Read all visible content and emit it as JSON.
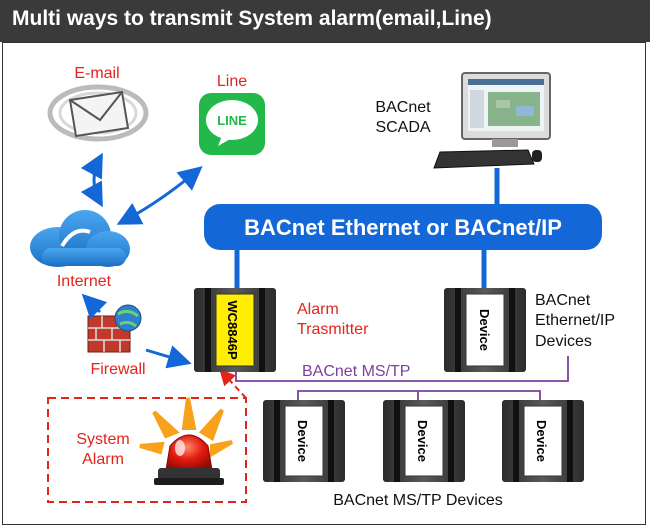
{
  "title": "Multi ways to transmit System alarm(email,Line)",
  "labels": {
    "email": "E-mail",
    "line": "Line",
    "line_logo_text": "LINE",
    "internet": "Internet",
    "firewall": "Firewall",
    "system_alarm_line1": "System",
    "system_alarm_line2": "Alarm",
    "bacnet_bus": "BACnet Ethernet or BACnet/IP",
    "scada_line1": "BACnet",
    "scada_line2": "SCADA",
    "alarm_tx_line1": "Alarm",
    "alarm_tx_line2": "Trasmitter",
    "wc_device": "WC8846P",
    "device": "Device",
    "eth_devices_line1": "BACnet",
    "eth_devices_line2": "Ethernet/IP",
    "eth_devices_line3": "Devices",
    "mstp": "BACnet MS/TP",
    "mstp_devices": "BACnet MS/TP Devices"
  },
  "colors": {
    "title_bg": "#3a3a3a",
    "network_blue": "#1467d6",
    "red_text": "#e3241b",
    "purple": "#7b3fa0",
    "line_green": "#22b84a",
    "cloud_blue": "#2e86d9",
    "device_yellow": "#ffee00"
  },
  "icons": {
    "email": "envelope-icon",
    "line": "line-app-icon",
    "internet": "cloud-icon",
    "firewall": "firewall-icon",
    "alarm": "alarm-siren-icon",
    "scada": "computer-icon"
  }
}
